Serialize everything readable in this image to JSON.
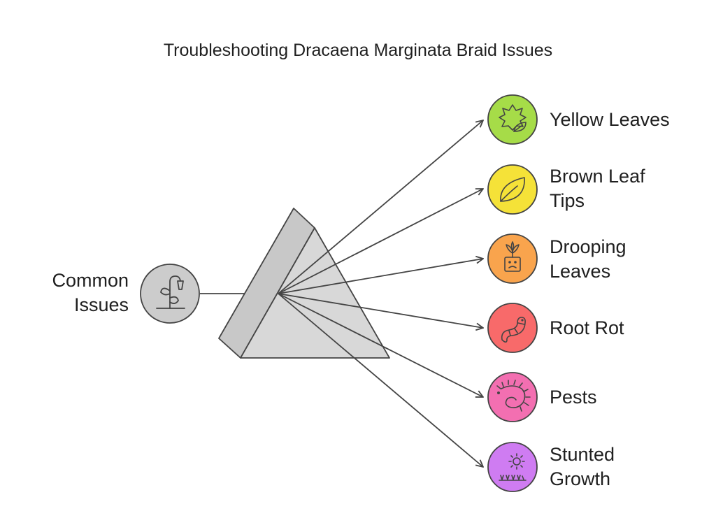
{
  "title": "Troubleshooting Dracaena Marginata Braid Issues",
  "source": {
    "line1": "Common",
    "line2": "Issues",
    "icon": "wilting-plant-icon",
    "color": "#cccccc"
  },
  "issues": [
    {
      "line1": "Yellow Leaves",
      "line2": "",
      "icon": "leaves-icon",
      "color": "#a6dc48"
    },
    {
      "line1": "Brown Leaf",
      "line2": "Tips",
      "icon": "leaf-icon",
      "color": "#f5e238"
    },
    {
      "line1": "Drooping",
      "line2": "Leaves",
      "icon": "sad-potted-plant-icon",
      "color": "#f9a44d"
    },
    {
      "line1": "Root Rot",
      "line2": "",
      "icon": "worm-icon",
      "color": "#f86a6a"
    },
    {
      "line1": "Pests",
      "line2": "",
      "icon": "caterpillar-icon",
      "color": "#f36fb1"
    },
    {
      "line1": "Stunted",
      "line2": "Growth",
      "icon": "sun-over-grass-icon",
      "color": "#cf7cf2"
    }
  ]
}
